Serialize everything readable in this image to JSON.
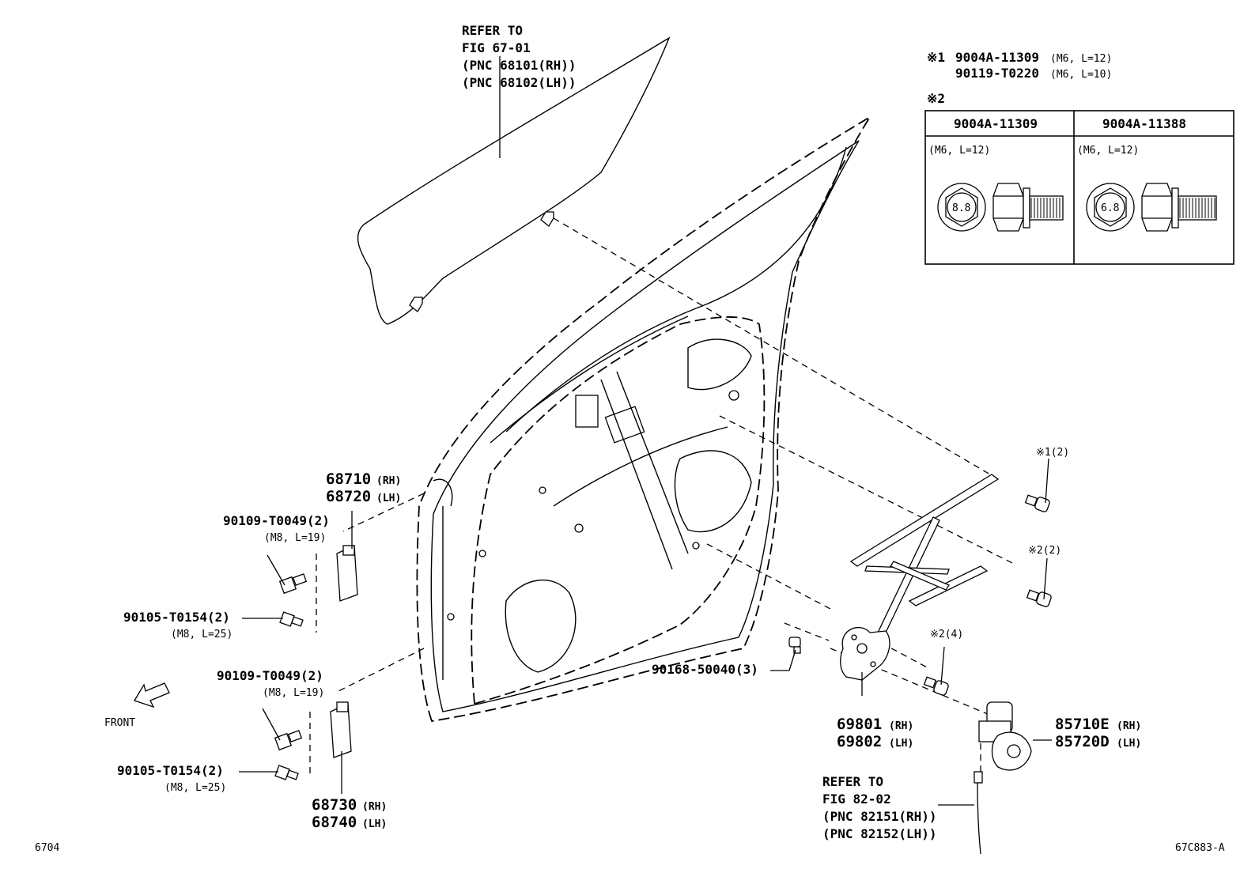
{
  "glass_ref": {
    "line1": "REFER TO",
    "line2": "FIG 67-01",
    "line3": "(PNC 68101(RH))",
    "line4": "(PNC 68102(LH))"
  },
  "legend": {
    "note1_mark": "※1",
    "note1_part_a": "9004A-11309",
    "note1_spec_a": "(M6, L=12)",
    "note1_part_b": "90119-T0220",
    "note1_spec_b": "(M6, L=10)",
    "note2_mark": "※2",
    "table": {
      "col1_header": "9004A-11309",
      "col2_header": "9004A-11388",
      "col1_spec": "(M6, L=12)",
      "col2_spec": "(M6, L=12)",
      "col1_grade": "8.8",
      "col2_grade": "6.8"
    }
  },
  "labels": {
    "upper_hinge_rh": "68710",
    "upper_hinge_rh_side": "(RH)",
    "upper_hinge_lh": "68720",
    "upper_hinge_lh_side": "(LH)",
    "bolt_upper_a": "90109-T0049(2)",
    "bolt_upper_a_spec": "(M8, L=19)",
    "bolt_upper_b": "90105-T0154(2)",
    "bolt_upper_b_spec": "(M8, L=25)",
    "bolt_lower_a": "90109-T0049(2)",
    "bolt_lower_a_spec": "(M8, L=19)",
    "bolt_lower_b": "90105-T0154(2)",
    "bolt_lower_b_spec": "(M8, L=25)",
    "lower_hinge_rh": "68730",
    "lower_hinge_rh_side": "(RH)",
    "lower_hinge_lh": "68740",
    "lower_hinge_lh_side": "(LH)",
    "front": "FRONT",
    "note1_qty": "※1(2)",
    "note2_qty_a": "※2(2)",
    "note2_qty_b": "※2(4)",
    "clip": "90168-50040(3)",
    "regulator_rh": "69801",
    "regulator_rh_side": "(RH)",
    "regulator_lh": "69802",
    "regulator_lh_side": "(LH)",
    "motor_rh": "85710E",
    "motor_rh_side": "(RH)",
    "motor_lh": "85720D",
    "motor_lh_side": "(LH)",
    "wire_ref_1": "REFER TO",
    "wire_ref_2": "FIG 82-02",
    "wire_ref_3": "(PNC 82151(RH))",
    "wire_ref_4": "(PNC 82152(LH))",
    "page_code": "6704",
    "figure_code": "67C883-A"
  }
}
